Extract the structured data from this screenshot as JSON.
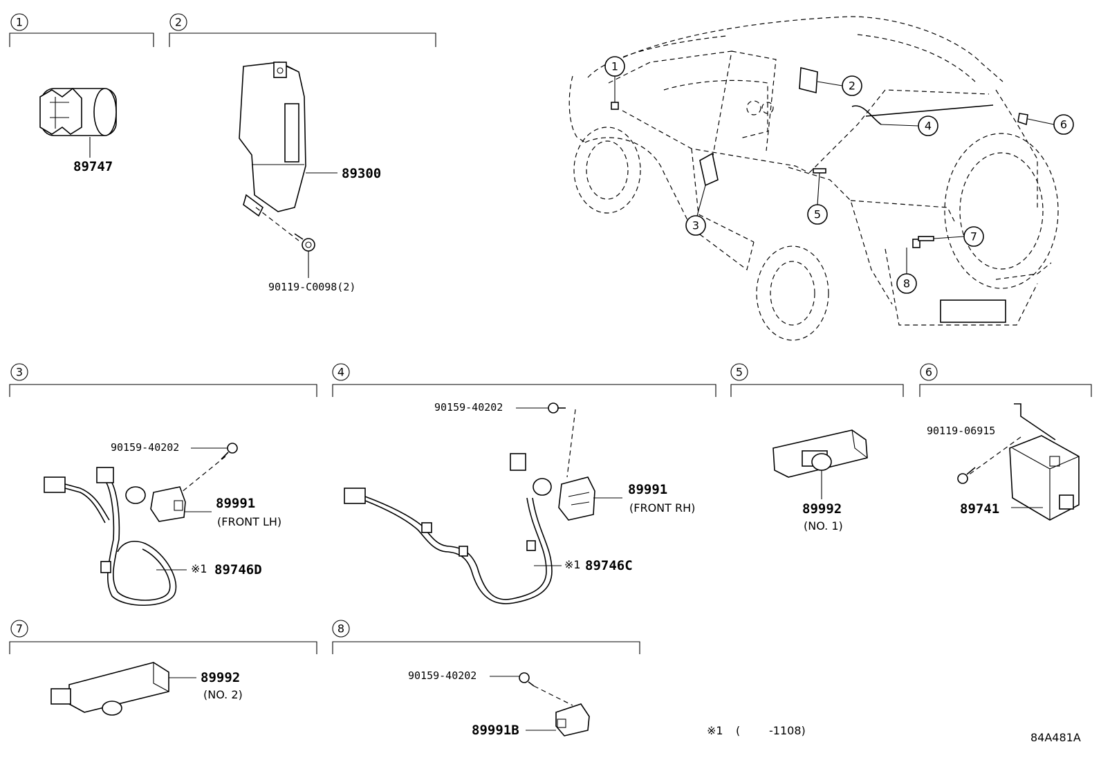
{
  "sections": [
    {
      "number": "1"
    },
    {
      "number": "2"
    },
    {
      "number": "3"
    },
    {
      "number": "4"
    },
    {
      "number": "5"
    },
    {
      "number": "6"
    },
    {
      "number": "7"
    },
    {
      "number": "8"
    }
  ],
  "callouts": [
    "1",
    "2",
    "3",
    "4",
    "5",
    "6",
    "7",
    "8"
  ],
  "parts": {
    "p89747": "89747",
    "p89300": "89300",
    "p90119c": "90119-C0098(2)",
    "p90159_3": "90159-40202",
    "p89991_3": "89991",
    "p89991_3_note": "(FRONT LH)",
    "p89746d_mark": "※1",
    "p89746d": "89746D",
    "p90159_4": "90159-40202",
    "p89991_4": "89991",
    "p89991_4_note": "(FRONT RH)",
    "p89746c_mark": "※1",
    "p89746c": "89746C",
    "p89992_5": "89992",
    "p89992_5_note": "(NO. 1)",
    "p90119_6": "90119-06915",
    "p89741": "89741",
    "p89992_7": "89992",
    "p89992_7_note": "(NO. 2)",
    "p90159_8": "90159-40202",
    "p89991b": "89991B"
  },
  "footnote": {
    "mark": "※1",
    "open": "(",
    "range": "-1108)"
  },
  "diagram_code": "84A481A",
  "icons": [
    "clearance-sensor",
    "computer-ecu",
    "wire-harness",
    "bolt",
    "buzzer",
    "vehicle-outline"
  ]
}
